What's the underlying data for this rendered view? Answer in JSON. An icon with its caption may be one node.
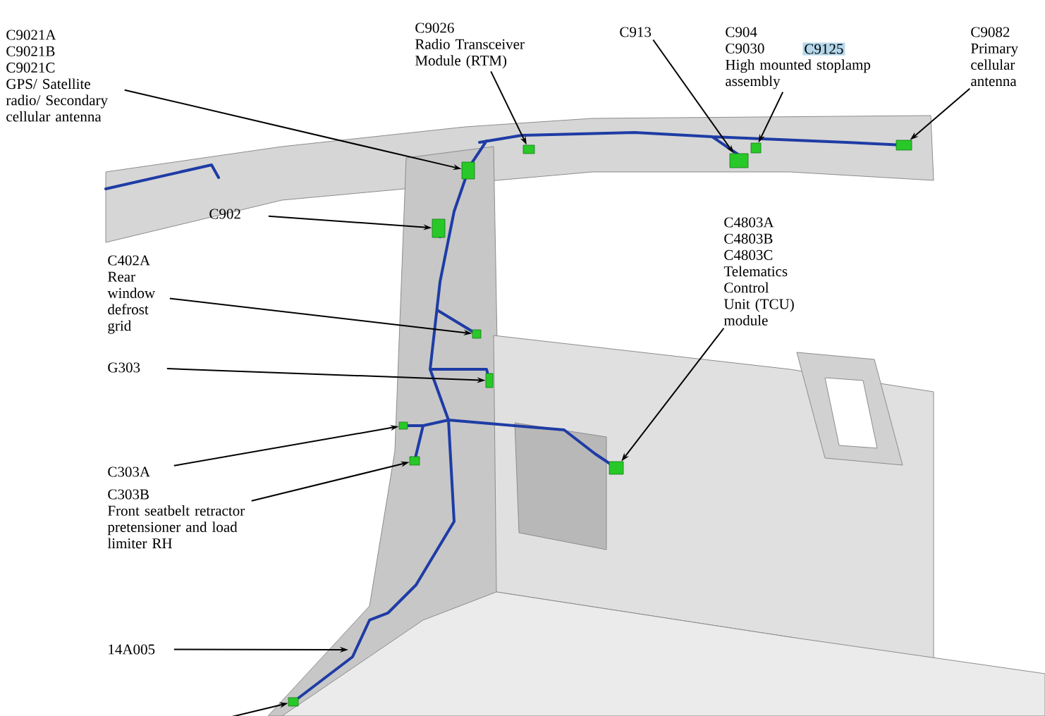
{
  "diagram": {
    "nodes": [
      {
        "text": [
          "C9021A",
          "C9021B",
          "C9021C",
          "GPS/ Satellite radio/ Secondary cellular antenna"
        ]
      },
      {
        "text": [
          "C9026",
          "Radio Transceiver Module (RTM)"
        ]
      },
      {
        "text": [
          "C913"
        ]
      },
      {
        "text": [
          "C904",
          "C9030",
          "High mounted stoplamp assembly"
        ]
      },
      {
        "text": [
          "C9082",
          "Primary cellular antenna"
        ]
      },
      {
        "text": [
          "C902"
        ]
      },
      {
        "text": [
          "C402A",
          "Rear window defrost grid"
        ]
      },
      {
        "text": [
          "G303"
        ]
      },
      {
        "text": [
          "C303A"
        ]
      },
      {
        "text": [
          "C303B",
          "Front seatbelt retractor pretensioner and load limiter RH"
        ]
      },
      {
        "text": [
          "C4803A",
          "C4803B",
          "C4803C",
          "Telematics Control Unit (TCU) module"
        ]
      },
      {
        "text": [
          "14A005"
        ]
      },
      {
        "text": [],
        "shape": "box"
      },
      {
        "text": [],
        "shape": "box"
      },
      {
        "text": [],
        "shape": "box"
      },
      {
        "text": [],
        "shape": "box"
      },
      {
        "text": [],
        "shape": "box"
      },
      {
        "text": [],
        "shape": "box"
      },
      {
        "text": [],
        "shape": "box"
      },
      {
        "text": [],
        "shape": "box"
      },
      {
        "text": [],
        "shape": "box"
      },
      {
        "text": [],
        "shape": "box"
      },
      {
        "text": [],
        "shape": "box"
      },
      {
        "text": [],
        "shape": "box"
      }
    ],
    "edges": [
      {
        "from": 0,
        "to": 12,
        "arrow": "to"
      },
      {
        "from": 1,
        "to": 13,
        "arrow": "to"
      },
      {
        "from": 2,
        "to": 14,
        "arrow": "to"
      },
      {
        "from": 3,
        "to": 15,
        "arrow": "to"
      },
      {
        "from": 4,
        "to": 16,
        "arrow": "to"
      },
      {
        "from": 5,
        "to": 17,
        "arrow": "to"
      },
      {
        "from": 6,
        "to": 18,
        "arrow": "to"
      },
      {
        "from": 7,
        "to": 19,
        "arrow": "to"
      },
      {
        "from": 8,
        "to": 20,
        "arrow": "to"
      },
      {
        "from": 9,
        "to": 21,
        "arrow": "to"
      },
      {
        "from": 10,
        "to": 22,
        "arrow": "to"
      },
      {
        "from": 11,
        "to": null,
        "arrow": "to"
      },
      {
        "from": null,
        "to": 23,
        "arrow": "to"
      }
    ],
    "labels": [
      "C9125"
    ]
  }
}
